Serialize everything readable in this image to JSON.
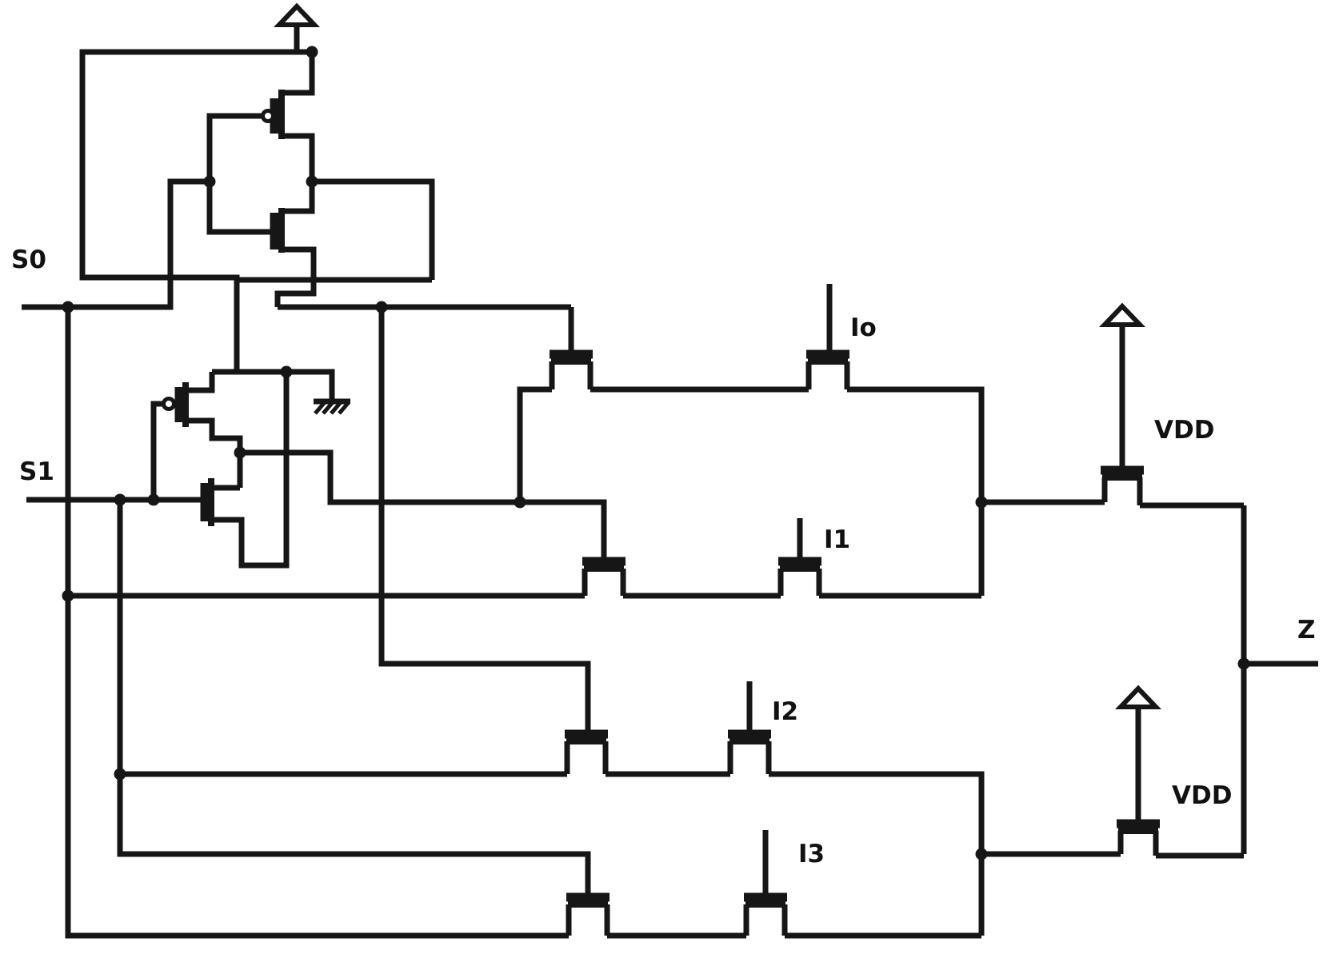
{
  "diagram": {
    "kind": "circuit-schematic",
    "background": "#ffffff",
    "line_color": "#161616",
    "labels": {
      "s0": "S0",
      "s1": "S1",
      "i0": "Io",
      "i1": "I1",
      "i2": "I2",
      "i3": "I3",
      "vdd_top": "VDD",
      "vdd_bottom": "VDD",
      "z": "Z"
    }
  }
}
